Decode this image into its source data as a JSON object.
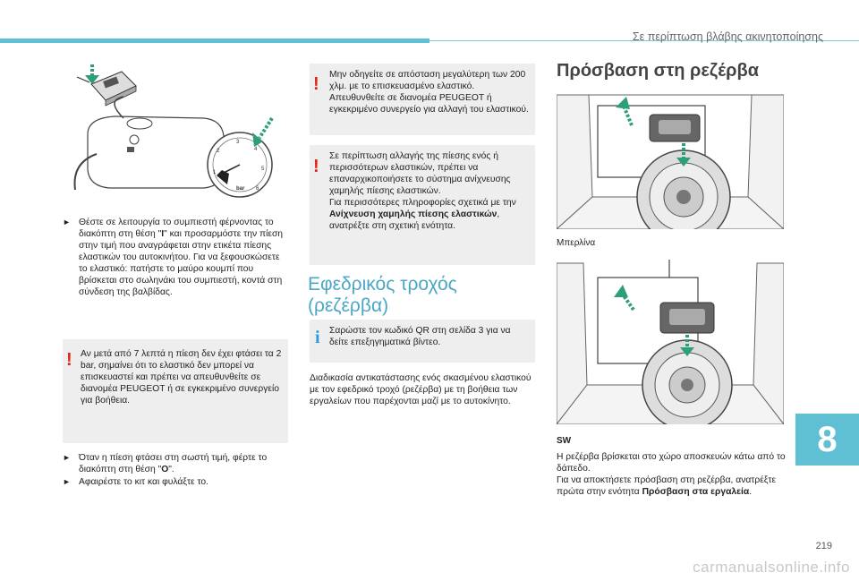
{
  "header": {
    "section_title": "Σε περίπτωση βλάβης ακινητοποίησης"
  },
  "col1": {
    "gauge_ticks": [
      "1",
      "2",
      "3",
      "4",
      "5",
      "6"
    ],
    "gauge_unit": "bar",
    "step1_part1": "Θέστε σε λειτουργία το συμπιεστή φέρνοντας το διακόπτη στη θέση \"",
    "step1_bold": "I",
    "step1_part2": "\" και προσαρμόστε την πίεση στην τιμή που αναγράφεται στην ετικέτα πίεσης ελαστικών του αυτοκινήτου. Για να ξεφουσκώσετε το ελαστικό: πατήστε το μαύρο κουμπί που βρίσκεται στο σωληνάκι του συμπιεστή, κοντά στη σύνδεση της βαλβίδας.",
    "warning_text": "Αν μετά από 7 λεπτά η πίεση δεν έχει φτάσει τα 2 bar, σημαίνει ότι το ελαστικό δεν μπορεί να επισκευαστεί και πρέπει να απευθυνθείτε σε διανομέα PEUGEOT ή σε εγκεκριμένο συνεργείο για βοήθεια.",
    "step2_part1": "Όταν η πίεση φτάσει στη σωστή τιμή, φέρτε το διακόπτη στη θέση \"",
    "step2_bold": "O",
    "step2_part2": "\".",
    "step3": "Αφαιρέστε το κιτ και φυλάξτε το."
  },
  "col2": {
    "warning1": "Μην οδηγείτε σε απόσταση μεγαλύτερη των 200 χλμ. με το επισκευασμένο ελαστικό. Απευθυνθείτε σε διανομέα PEUGEOT ή εγκεκριμένο συνεργείο για αλλαγή του ελαστικού.",
    "warning2_part1": "Σε περίπτωση αλλαγής της πίεσης ενός ή περισσότερων ελαστικών, πρέπει να επαναρχικοποιήσετε το σύστημα ανίχνευσης χαμηλής πίεσης ελαστικών.",
    "warning2_part2": "Για περισσότερες πληροφορίες σχετικά με την ",
    "warning2_bold": "Ανίχνευση χαμηλής πίεσης ελαστικών",
    "warning2_part3": ", ανατρέξτε στη σχετική ενότητα.",
    "heading_line1": "Εφεδρικός τροχός",
    "heading_line2": "(ρεζέρβα)",
    "info_text": "Σαρώστε τον κωδικό QR στη σελίδα 3 για να δείτε επεξηγηματικά βίντεο.",
    "body": "Διαδικασία αντικατάστασης ενός σκασμένου ελαστικού με τον εφεδρικό τροχό (ρεζέρβα) με τη βοήθεια των εργαλείων που παρέχονται μαζί με το αυτοκίνητο."
  },
  "col3": {
    "heading": "Πρόσβαση στη ρεζέρβα",
    "caption1": "Μπερλίνα",
    "caption2": "SW",
    "text1": "Η ρεζέρβα βρίσκεται στο χώρο αποσκευών κάτω από το δάπεδο.",
    "text2_part1": "Για να αποκτήσετε πρόσβαση στη ρεζέρβα, ανατρέξτε πρώτα στην ενότητα ",
    "text2_bold": "Πρόσβαση στα εργαλεία",
    "text2_part2": "."
  },
  "footer": {
    "chapter_number": "8",
    "page_number": "219",
    "watermark": "carmanualsonline.info"
  },
  "icons": {
    "bullet": "triangle-right-icon",
    "warning": "exclamation-icon",
    "info": "info-icon"
  },
  "colors": {
    "accent": "#5fbfd3",
    "warning": "#e1251b",
    "info": "#2a9bd6",
    "heading": "#4aa7c4",
    "box": "#eeeeee"
  }
}
